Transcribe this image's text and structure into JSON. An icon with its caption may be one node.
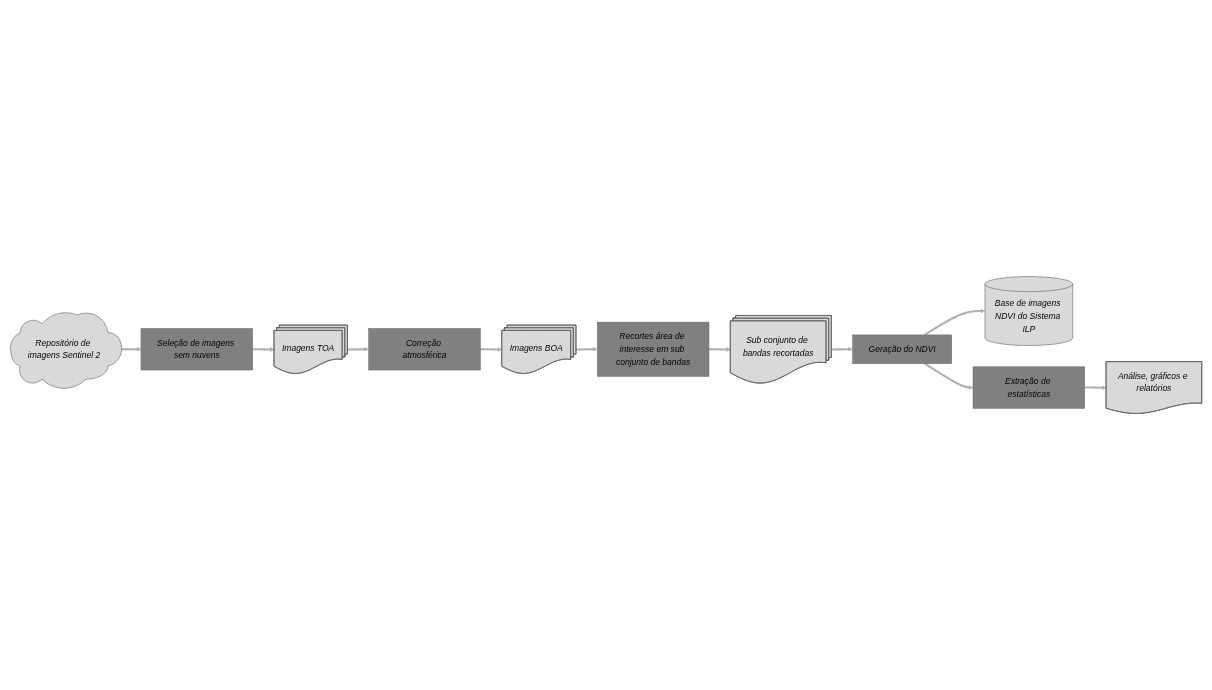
{
  "diagram": {
    "nodes": [
      {
        "text": [
          "Repositório de imagens Sentinel 2"
        ]
      },
      {
        "text": [
          "Seleção de imagens sem nuvens"
        ]
      },
      {
        "text": [
          "Imagens TOA"
        ]
      },
      {
        "text": [
          "Correção atmosférica"
        ]
      },
      {
        "text": [
          "Imagens BOA"
        ]
      },
      {
        "text": [
          "Recortes área de interesse em sub conjunto de bandas"
        ]
      },
      {
        "text": [
          "Sub conjunto de bandas recortadas"
        ]
      },
      {
        "text": [
          "Geração do NDVI"
        ]
      },
      {
        "text": [
          "Base de imagens NDVI do Sistema ILP"
        ]
      },
      {
        "text": [
          "Extração de estatísticas"
        ]
      },
      {
        "text": [
          "Análise, gráficos e relatórios"
        ]
      }
    ],
    "edges": [
      {
        "from": 0,
        "to": 1,
        "arrow": "to"
      },
      {
        "from": 1,
        "to": 2,
        "arrow": "to"
      },
      {
        "from": 2,
        "to": 3,
        "arrow": "to"
      },
      {
        "from": 3,
        "to": 4,
        "arrow": "to"
      },
      {
        "from": 4,
        "to": 5,
        "arrow": "to"
      },
      {
        "from": 5,
        "to": 6,
        "arrow": "to"
      },
      {
        "from": 6,
        "to": 7,
        "arrow": "to"
      },
      {
        "from": 7,
        "to": 8,
        "arrow": "to"
      },
      {
        "from": 7,
        "to": 9,
        "arrow": "to"
      },
      {
        "from": 9,
        "to": 10,
        "arrow": "to"
      }
    ]
  }
}
